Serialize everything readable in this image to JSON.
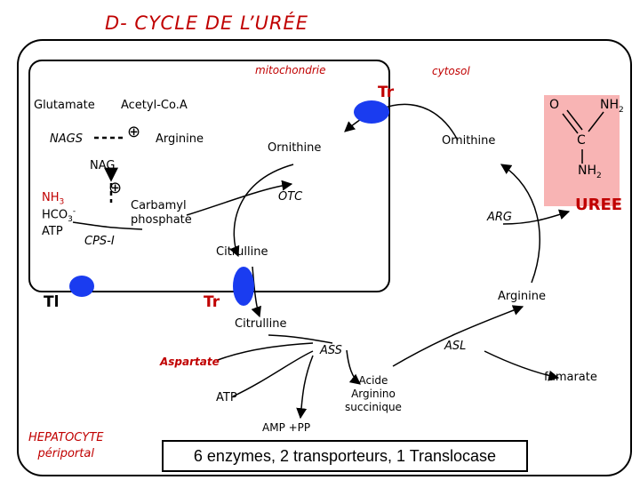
{
  "title": "D- CYCLE DE L’URÉE",
  "compartments": {
    "mitochondria": "mitochondrie",
    "cytosol": "cytosol"
  },
  "metabolites": {
    "glutamate": "Glutamate",
    "acetyl_coa": "Acetyl-Co.A",
    "arginine_activator": "Arginine",
    "nag": "NAG",
    "nh3": "NH",
    "nh3_sub": "3",
    "hco3": "HCO",
    "hco3_sub": "3",
    "hco3_sup": "-",
    "atp_mito": "ATP",
    "carbamyl_phosphate": "Carbamyl\nphosphate",
    "ornithine_mito": "Ornithine",
    "ornithine_cyto": "Ornithine",
    "citrulline_mito": "Citrulline",
    "citrulline_cyto": "Citrulline",
    "aspartate": "Aspartate",
    "atp_cyto": "ATP",
    "amp_pp": "AMP +PP",
    "argininosuccinate": "Acide\nArginino\nsuccinique",
    "arginine": "Arginine",
    "fumarate": "fumarate"
  },
  "enzymes": {
    "nags": "NAGS",
    "cps1": "CPS-I",
    "otc": "OTC",
    "ass": "ASS",
    "asl": "ASL",
    "arg": "ARG"
  },
  "transporters": {
    "tr_top": "Tr",
    "tr_mid": "Tr",
    "tl": "Tl"
  },
  "urea": {
    "label": "UREE",
    "o": "O",
    "c": "C",
    "nh2_top": "NH",
    "nh2_top_sub": "2",
    "nh2_bottom": "NH",
    "nh2_bottom_sub": "2"
  },
  "cell_label": "HEPATOCYTE\npériportal",
  "summary": "6 enzymes, 2 transporteurs, 1 Translocase",
  "colors": {
    "accent": "#c00000",
    "transporter": "#1a3cf0",
    "urea_box": "#f8b4b4",
    "line": "#000000"
  },
  "icons": {
    "activator": "circle-plus"
  }
}
